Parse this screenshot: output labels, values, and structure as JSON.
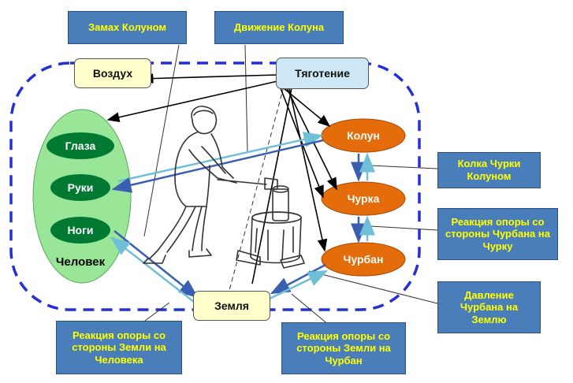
{
  "labels": {
    "swing": "Замах Колуном",
    "motion": "Движение Колуна",
    "air": "Воздух",
    "gravity": "Тяготение",
    "eyes": "Глаза",
    "hands": "Руки",
    "legs": "Ноги",
    "human": "Человек",
    "axe": "Колун",
    "log": "Чурка",
    "block": "Чурбан",
    "earth": "Земля",
    "splitting": "Колка Чурки Колуном",
    "reaction_block_log": "Реакция опоры со стороны Чурбана на Чурку",
    "pressure": "Давление Чурбана на Землю",
    "reaction_earth_human": "Реакция опоры со стороны Земли на Человека",
    "reaction_earth_block": "Реакция опоры со стороны Земли на Чурбан"
  },
  "colors": {
    "label_box_fill": "#4a7ebb",
    "label_text": "#ffff00",
    "human_ellipse": "#99e699",
    "human_nodes": "#007a33",
    "tool_nodes": "#e46c0a",
    "system_border": "#2430d6",
    "arrow_blue": "#3a5fb0",
    "arrow_light": "#6fbfd8"
  },
  "icons": {
    "figure": "person-splitting-log-icon"
  }
}
